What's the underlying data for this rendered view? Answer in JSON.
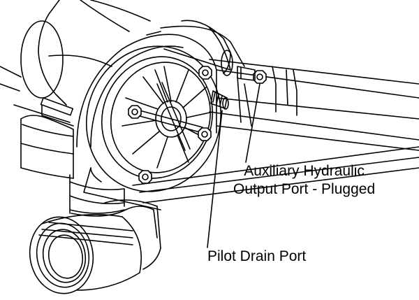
{
  "diagram": {
    "callouts": {
      "auxiliary_port_line1": "Auxiliary Hydraulic",
      "auxiliary_port_line2": "Output Port - Plugged",
      "pilot_drain_port": "Pilot Drain Port"
    },
    "colors": {
      "ink": "#000000",
      "background": "#ffffff"
    }
  }
}
